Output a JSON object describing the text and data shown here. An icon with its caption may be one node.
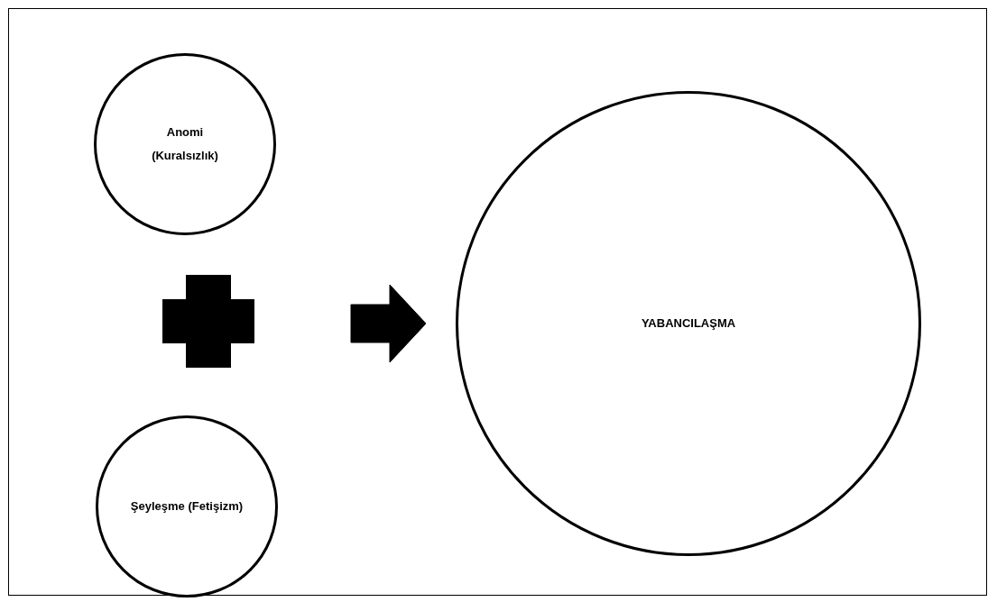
{
  "diagram": {
    "nodes": [
      {
        "text": [
          "Anomi",
          "(Kuralsızlık)"
        ]
      },
      {
        "text": [
          "Şeyleşme (Fetişizm)"
        ]
      },
      {
        "text": [
          "YABANCILAŞMA"
        ]
      }
    ],
    "edges": [
      {
        "from": null,
        "to": 2,
        "arrow": "to"
      }
    ]
  }
}
